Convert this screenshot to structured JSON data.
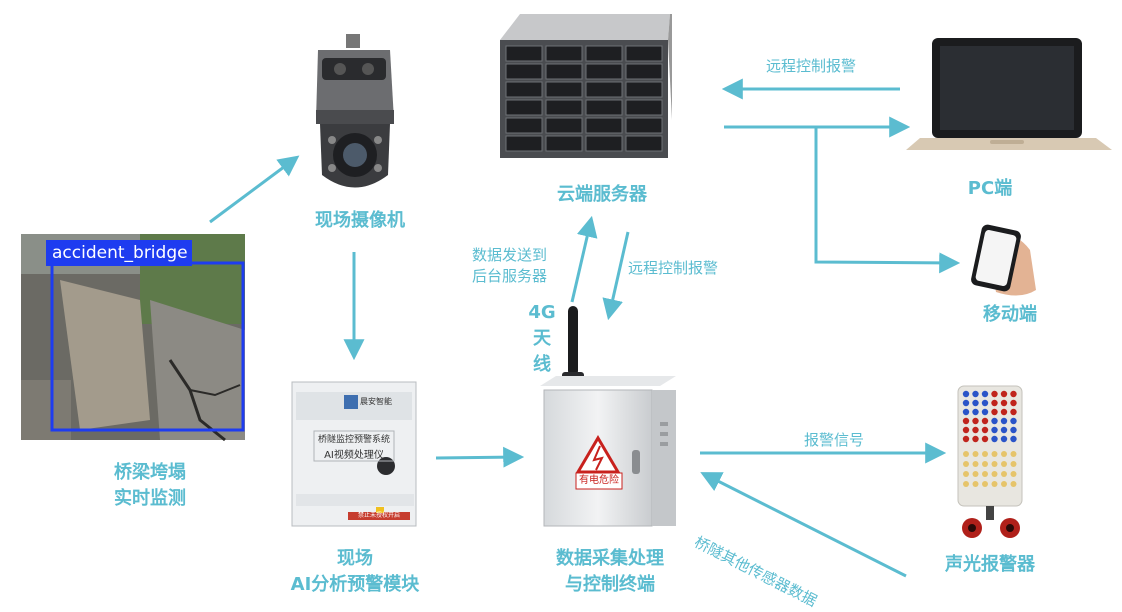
{
  "colors": {
    "accent": "#5bbcd0",
    "detect_box": "#1e3cf0"
  },
  "nodes": {
    "bridge_photo": {
      "detection_tag": "accident_bridge",
      "label": "桥梁垮塌\n实时监测"
    },
    "camera": {
      "label": "现场摄像机"
    },
    "ai_module": {
      "label": "现场\nAI分析预警模块",
      "panel_brand": "晨安智能",
      "panel_title1": "桥隧监控预警系统",
      "panel_title2": "AI视频处理仪",
      "warn_tag": "禁止未授权开启"
    },
    "terminal": {
      "label": "数据采集处理\n与控制终端",
      "hazard_text": "有电危险"
    },
    "antenna": {
      "label": "4G\n天\n线"
    },
    "server": {
      "label": "云端服务器"
    },
    "pc": {
      "label": "PC端"
    },
    "mobile": {
      "label": "移动端"
    },
    "alarm": {
      "label": "声光报警器"
    }
  },
  "edges": {
    "data_to_server": "数据发送到\n后台服务器",
    "server_to_terminal": "远程控制报警",
    "pc_to_server": "远程控制报警",
    "terminal_to_alarm": "报警信号",
    "sensors_to_terminal": "桥隧其他传感器数据"
  }
}
